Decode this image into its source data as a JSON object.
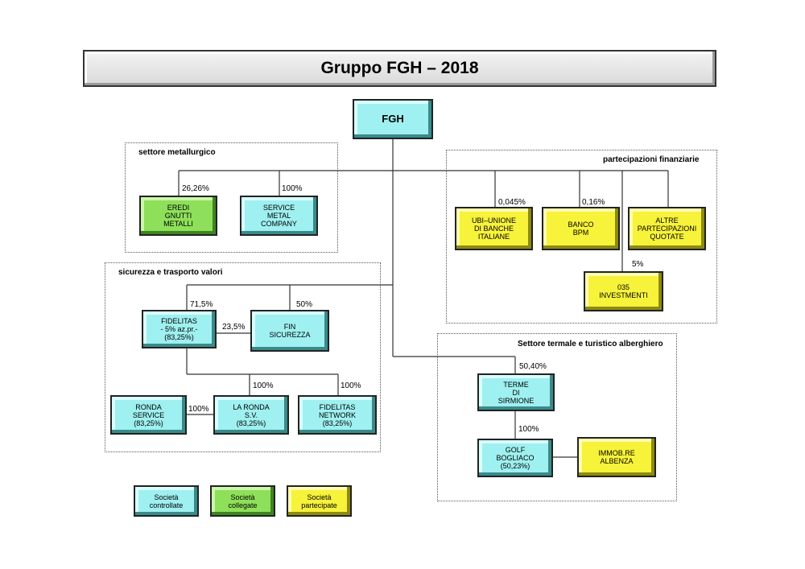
{
  "title": "Gruppo FGH – 2018",
  "colors": {
    "controllate": "#9ff0f0",
    "collegate": "#8ee05a",
    "partecipate": "#f7f23a"
  },
  "root": "FGH",
  "sectors": {
    "metallurgico": "settore metallurgico",
    "finanziarie": "partecipazioni finanziarie",
    "sicurezza": "sicurezza e trasporto valori",
    "termale": "Settore termale e turistico alberghiero"
  },
  "nodes": {
    "eredi": "EREDI\nGNUTTI\nMETALLI",
    "service_metal": "SERVICE\nMETAL\nCOMPANY",
    "ubi": "UBI–UNIONE\nDI BANCHE\nITALIANE",
    "banco_bpm": "BANCO\nBPM",
    "altre": "ALTRE\nPARTECIPAZIONI\nQUOTATE",
    "investimenti": "035\nINVESTMENTI",
    "fidelitas": "FIDELITAS\n- 5% az.pr.-\n(83,25%)",
    "fin_sicurezza": "FIN\nSICUREZZA",
    "ronda_service": "RONDA\nSERVICE\n(83,25%)",
    "la_ronda": "LA RONDA\nS.V.\n(83,25%)",
    "fidelitas_network": "FIDELITAS\nNETWORK\n(83,25%)",
    "terme": "TERME\nDI\nSIRMIONE",
    "golf": "GOLF\nBOGLIACO\n(50,23%)",
    "immob": "IMMOB.RE\nALBENZA"
  },
  "percentages": {
    "eredi": "26,26%",
    "service_metal": "100%",
    "ubi": "0,045%",
    "banco_bpm": "0,16%",
    "investimenti": "5%",
    "fidelitas": "71,5%",
    "fin_sicurezza": "50%",
    "fidelitas_fin": "23,5%",
    "la_ronda": "100%",
    "fidelitas_network": "100%",
    "ronda_service": "100%",
    "terme": "50,40%",
    "golf": "100%"
  },
  "legend": {
    "controllate": "Società\ncontrollate",
    "collegate": "Società\ncollegate",
    "partecipate": "Società\npartecipate"
  }
}
